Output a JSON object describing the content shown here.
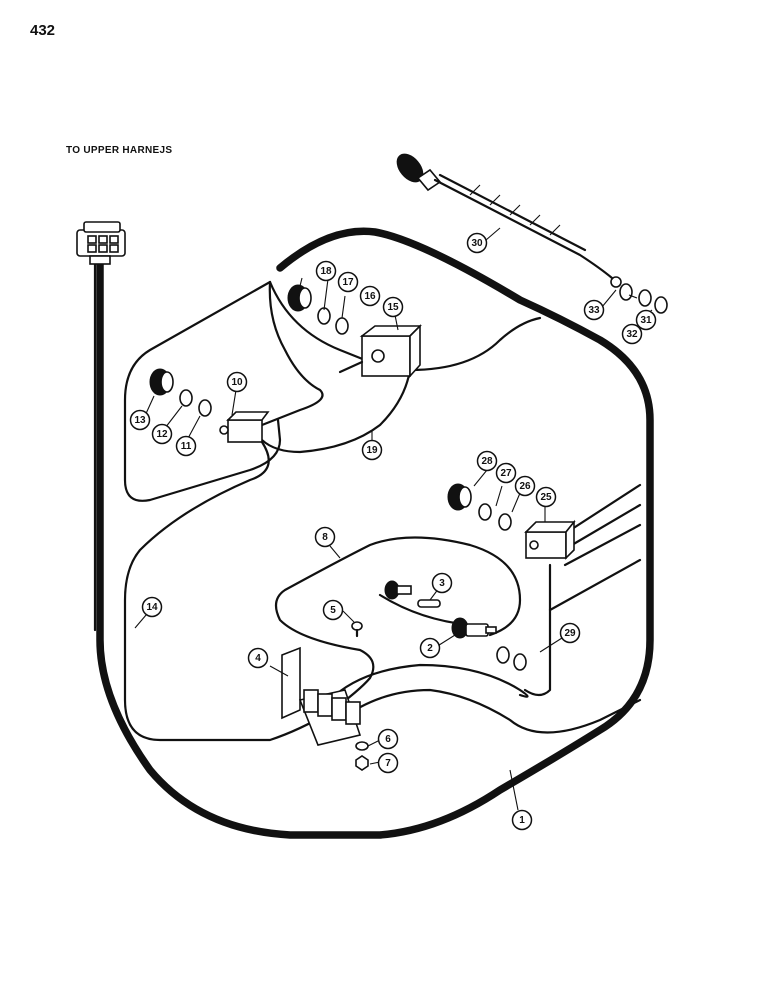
{
  "page": {
    "number": "432"
  },
  "caption": {
    "to_upper_harness": "TO UPPER HARNEЈS"
  },
  "callouts": {
    "c1": "1",
    "c2": "2",
    "c3": "3",
    "c4": "4",
    "c5": "5",
    "c6": "6",
    "c7": "7",
    "c8": "8",
    "c10": "10",
    "c11": "11",
    "c12": "12",
    "c13": "13",
    "c14": "14",
    "c15": "15",
    "c16": "16",
    "c17": "17",
    "c18": "18",
    "c19": "19",
    "c25": "25",
    "c26": "26",
    "c27": "27",
    "c28": "28",
    "c29": "29",
    "c30": "30",
    "c31": "31",
    "c32": "32",
    "c33": "33"
  }
}
